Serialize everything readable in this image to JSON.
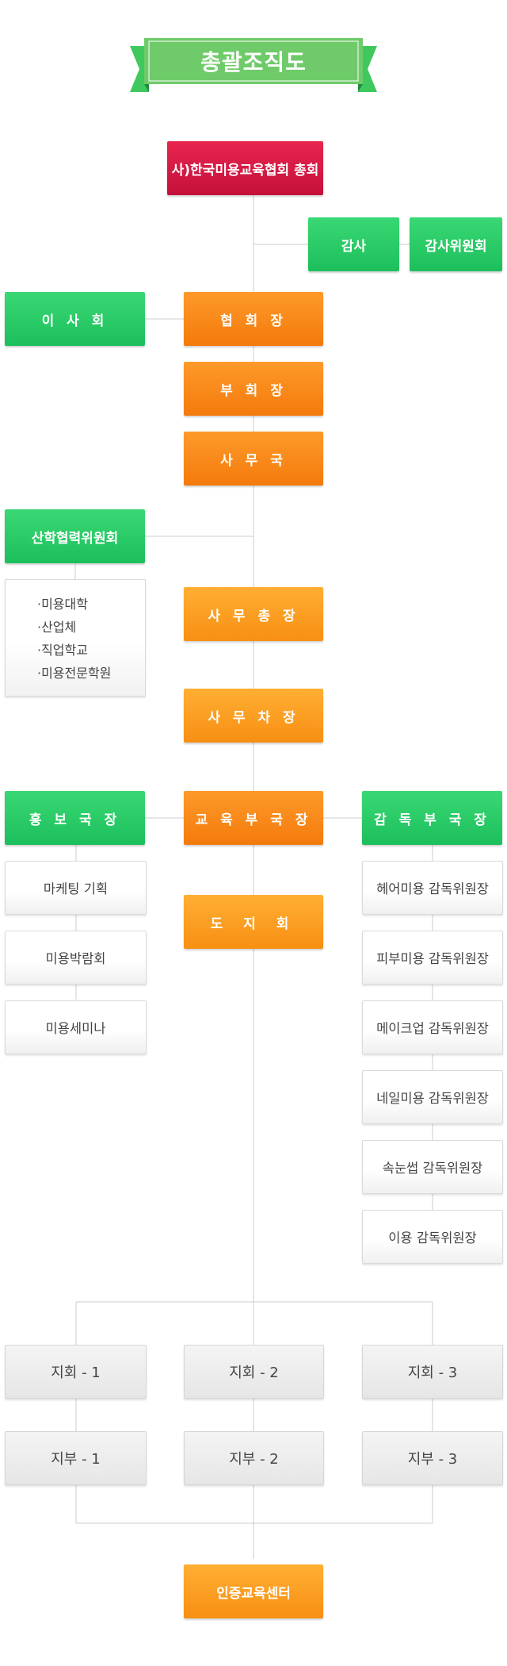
{
  "title": "총괄조직도",
  "nodes": {
    "general_assembly": "사)한국미용교육협회 총회",
    "auditor": "감사",
    "audit_committee": "감사위원회",
    "board": "이 사 회",
    "president": "협 회 장",
    "vice_president": "부 회 장",
    "secretariat": "사 무 국",
    "industry_committee": "산학협력위원회",
    "partners": [
      "·미용대학",
      "·산업체",
      "·직업학교",
      "·미용전문학원"
    ],
    "secretary_general": "사 무 총 장",
    "deputy_secretary": "사 무 차 장",
    "pr_director": "홍 보 국 장",
    "edu_director": "교 육 부 국 장",
    "supervision_director": "감 독 부 국 장",
    "pr_items": [
      "마케팅 기획",
      "미용박람회",
      "미용세미나"
    ],
    "regional_council": "도 지 회",
    "supervision_items": [
      "헤어미용 감독위원장",
      "피부미용 감독위원장",
      "메이크업 감독위원장",
      "네일미용 감독위원장",
      "속눈썹 감독위원장",
      "이용 감독위원장"
    ],
    "branches": [
      "지회 - 1",
      "지회 - 2",
      "지회 - 3"
    ],
    "sub_branches": [
      "지부 - 1",
      "지부 - 2",
      "지부 - 3"
    ],
    "cert_center": "인증교육센터"
  },
  "colors": {
    "red": "#d7183f",
    "orange": "#f8841a",
    "green": "#24c862",
    "line": "#d8d8d8"
  }
}
